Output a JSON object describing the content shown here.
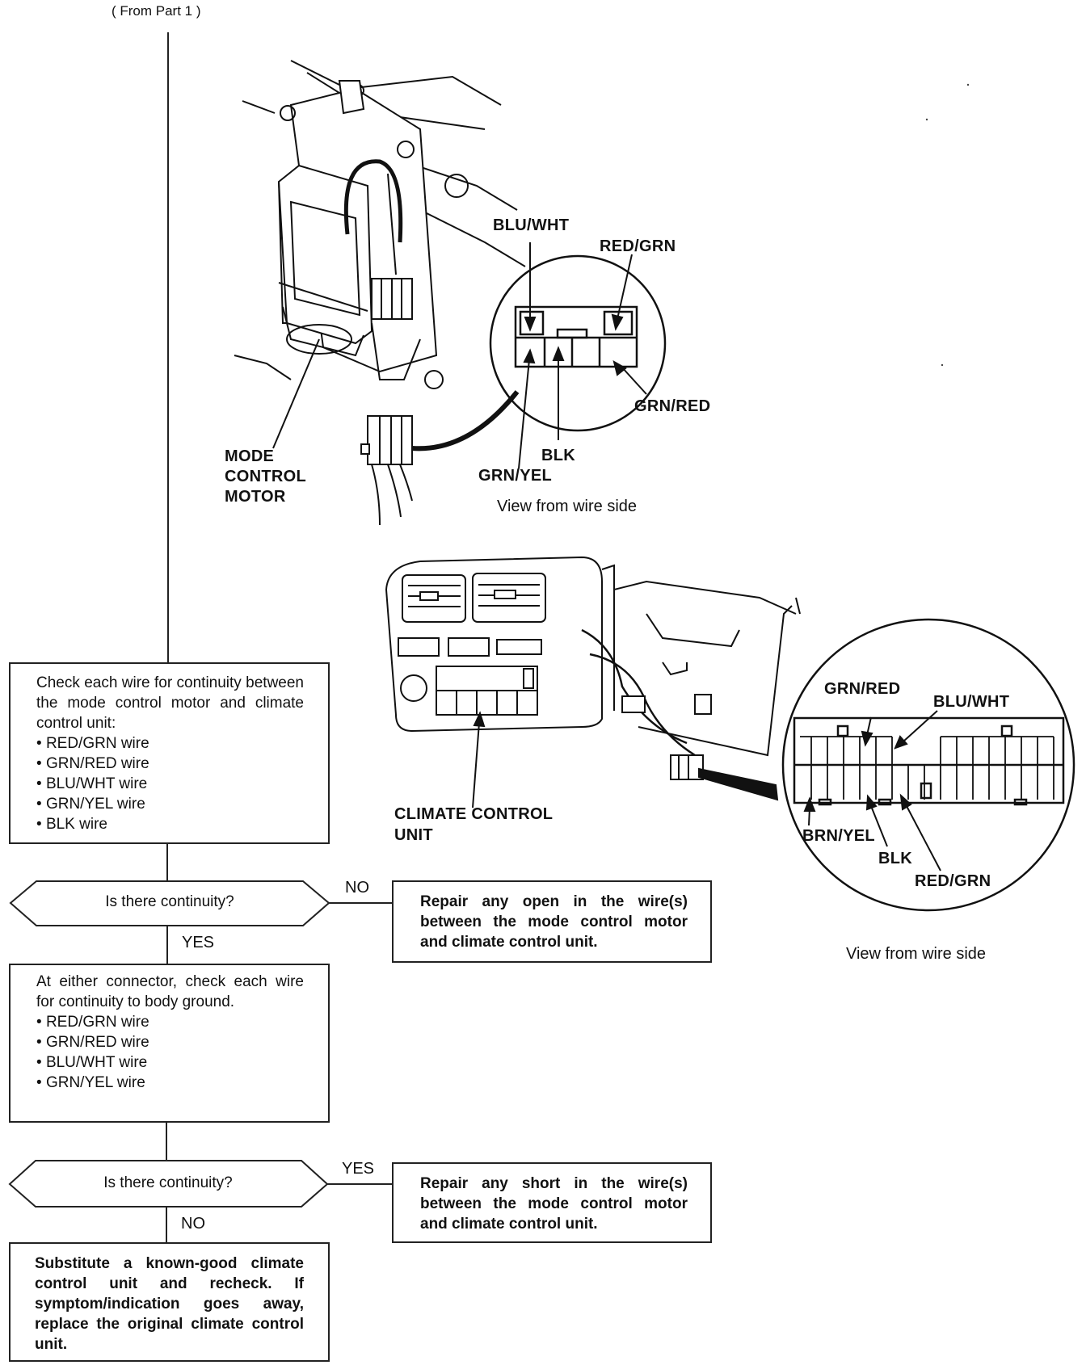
{
  "from_part": "( From Part 1 )",
  "step1": {
    "intro": "Check each wire for continuity between the mode control motor and climate control unit:",
    "items": [
      "RED/GRN wire",
      "GRN/RED wire",
      "BLU/WHT wire",
      "GRN/YEL wire",
      "BLK wire"
    ]
  },
  "decision1": {
    "question": "Is there continuity?",
    "no_label": "NO",
    "yes_label": "YES"
  },
  "result1": "Repair any open in the wire(s) between the mode control motor and climate control unit.",
  "step2": {
    "intro": "At either connector, check each wire for continuity to body ground.",
    "items": [
      "RED/GRN wire",
      "GRN/RED wire",
      "BLU/WHT wire",
      "GRN/YEL wire"
    ]
  },
  "decision2": {
    "question": "Is there continuity?",
    "yes_label": "YES",
    "no_label": "NO"
  },
  "result2": "Repair any short in the wire(s) between the mode control motor and climate control unit.",
  "final": "Substitute a known-good climate control unit and recheck. If symptom/indication goes away, replace the original climate control unit.",
  "motor_figure": {
    "part_label": [
      "MODE",
      "CONTROL",
      "MOTOR"
    ],
    "wires": {
      "blu_wht": "BLU/WHT",
      "red_grn": "RED/GRN",
      "grn_red": "GRN/RED",
      "blk": "BLK",
      "grn_yel": "GRN/YEL"
    },
    "caption": "View from wire side"
  },
  "ccu_figure": {
    "part_label": [
      "CLIMATE CONTROL",
      "UNIT"
    ],
    "wires": {
      "grn_red": "GRN/RED",
      "blu_wht": "BLU/WHT",
      "brn_yel": "BRN/YEL",
      "blk": "BLK",
      "red_grn": "RED/GRN"
    },
    "caption": "View from wire side"
  }
}
